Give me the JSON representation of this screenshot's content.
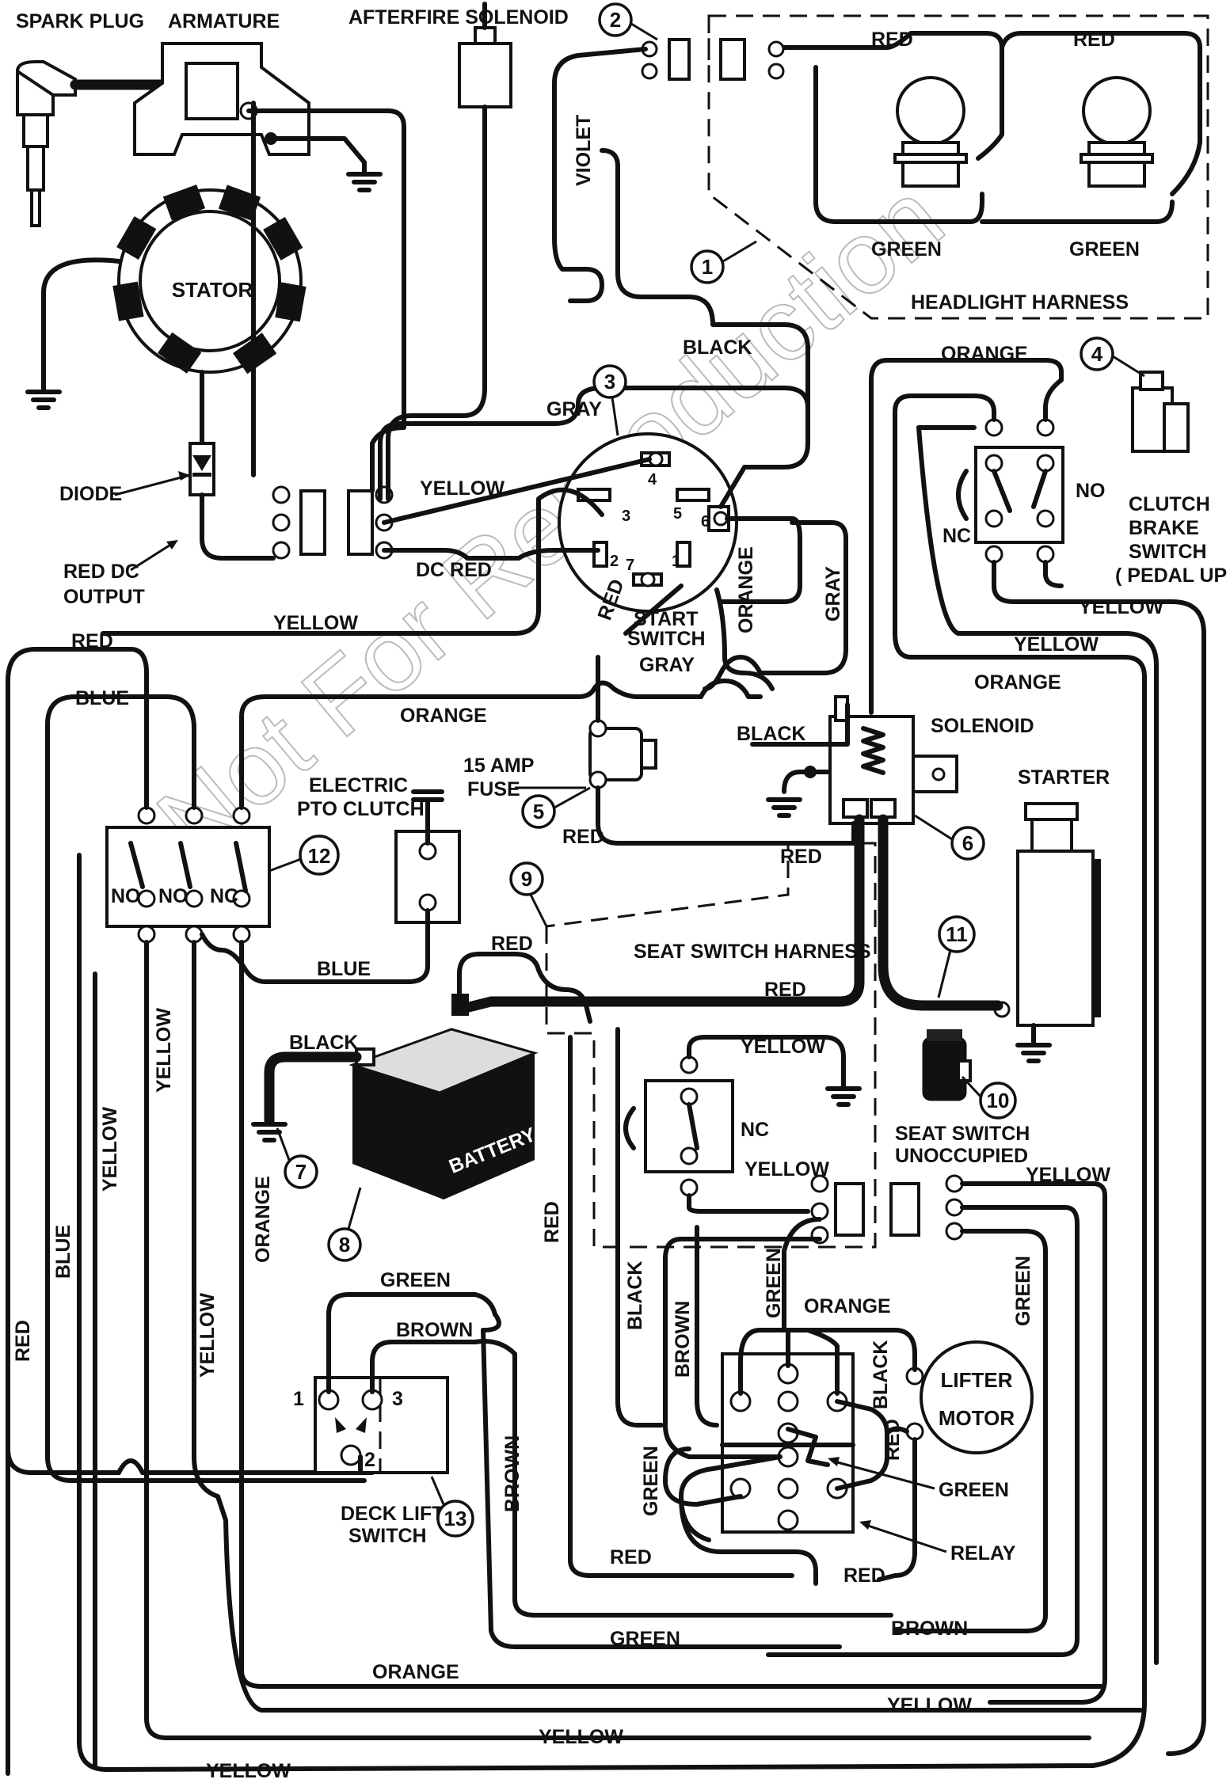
{
  "components": {
    "spark_plug": "SPARK PLUG",
    "armature": "ARMATURE",
    "afterfire_solenoid": "AFTERFIRE SOLENOID",
    "stator": "STATOR",
    "diode": "DIODE",
    "red_dc_output": "RED DC OUTPUT",
    "start_switch": "START SWITCH",
    "fuse": "15 AMP FUSE",
    "solenoid": "SOLENOID",
    "starter": "STARTER",
    "clutch_brake_switch": "CLUTCH BRAKE SWITCH ( PEDAL UP )",
    "electric_pto_clutch": "ELECTRIC PTO CLUTCH",
    "seat_switch_harness": "SEAT SWITCH HARNESS",
    "seat_switch": "SEAT SWITCH UNOCCUPIED",
    "battery": "BATTERY",
    "headlight_harness": "HEADLIGHT HARNESS",
    "deck_lift_switch": "DECK LIFT SWITCH",
    "lifter_motor": "LIFTER MOTOR",
    "relay": "RELAY"
  },
  "wire_labels": {
    "red": "RED",
    "green": "GREEN",
    "black": "BLACK",
    "violet": "VIOLET",
    "gray": "GRAY",
    "yellow": "YELLOW",
    "orange": "ORANGE",
    "blue": "BLUE",
    "brown": "BROWN",
    "dc_red": "DC RED"
  },
  "switch_states": {
    "no": "NO",
    "nc": "NC"
  },
  "callouts": [
    "1",
    "2",
    "3",
    "4",
    "5",
    "6",
    "7",
    "8",
    "9",
    "10",
    "11",
    "12",
    "13"
  ],
  "terminal_numbers": {
    "start_switch": [
      "1",
      "2",
      "3",
      "4",
      "5",
      "6",
      "7"
    ],
    "deck_lift": [
      "1",
      "2",
      "3"
    ]
  },
  "watermark": "Not For Reproduction",
  "icons": [
    "ground-icon",
    "bulb-icon",
    "battery-icon",
    "diode-icon",
    "connector-icon",
    "switch-icon",
    "motor-icon",
    "coil-icon"
  ]
}
